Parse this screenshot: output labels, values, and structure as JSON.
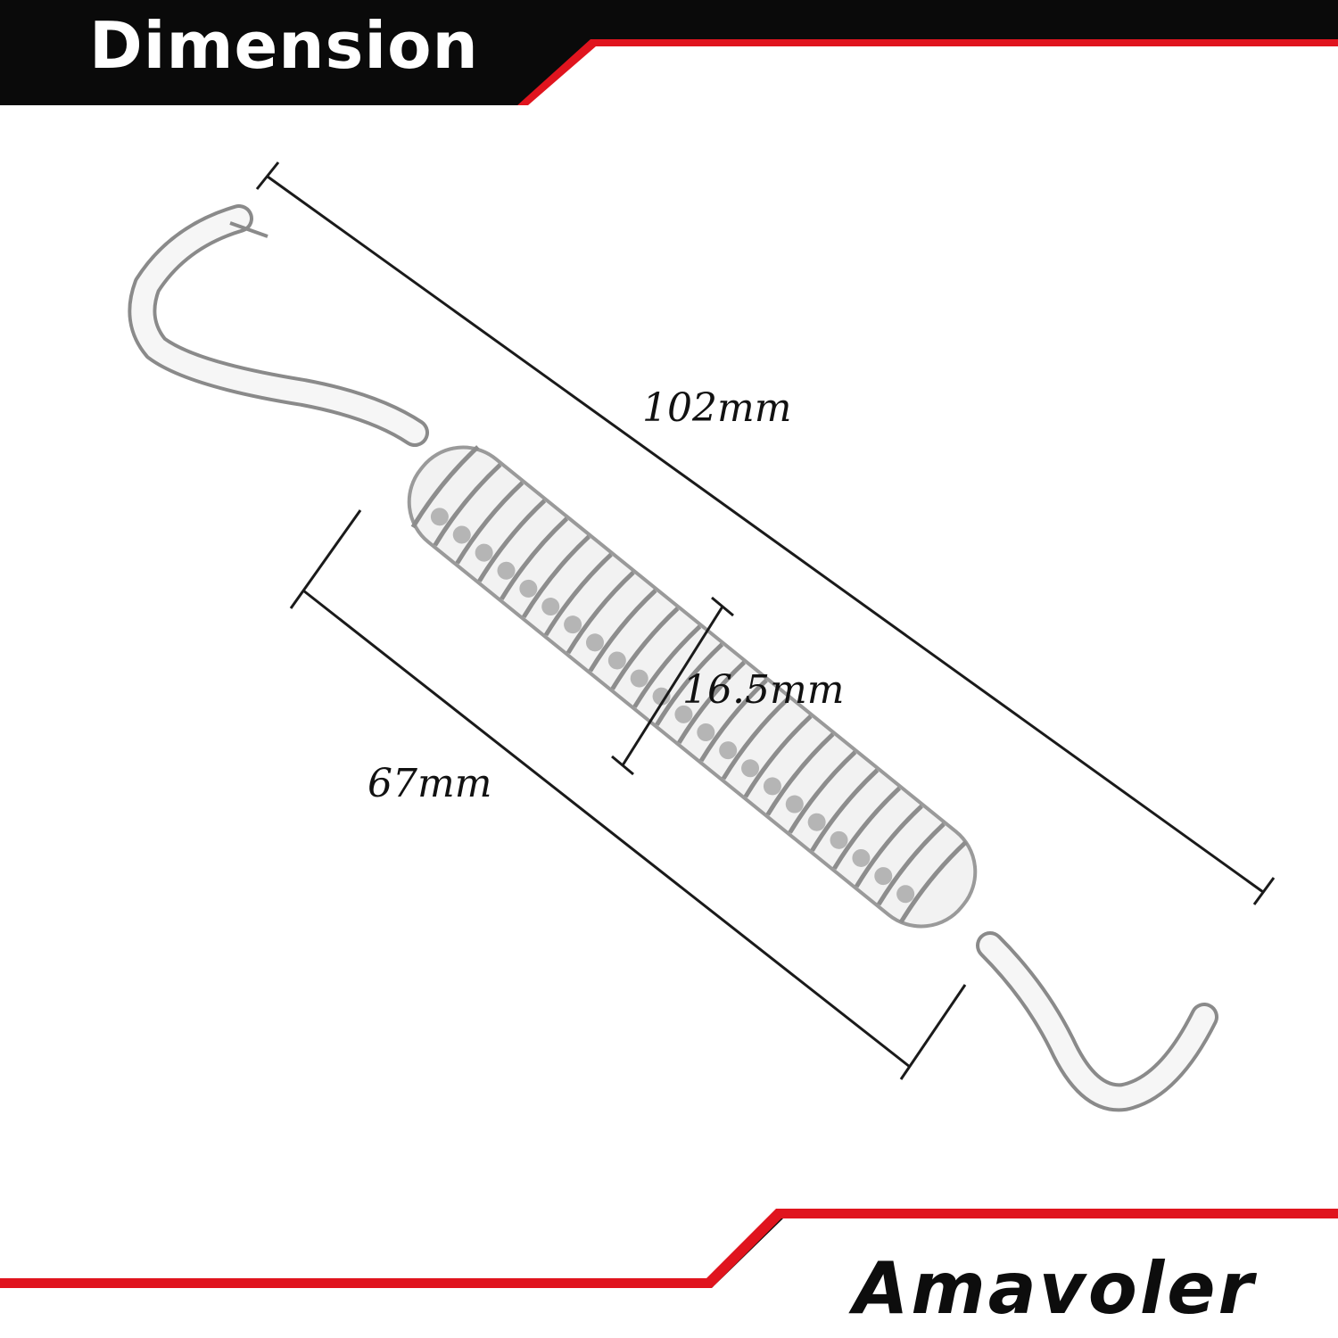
{
  "header": {
    "title": "Dimension"
  },
  "dimensions": {
    "overall_length": "102mm",
    "coil_diameter": "16.5mm",
    "coil_length": "67mm"
  },
  "footer": {
    "brand": "Amavoler"
  },
  "colors": {
    "band": "#0a0a0a",
    "accent": "#e0141e",
    "spring_fill": "#f4f4f4",
    "spring_shade": "#9a9a9a"
  },
  "icons": [
    "spring-icon"
  ]
}
